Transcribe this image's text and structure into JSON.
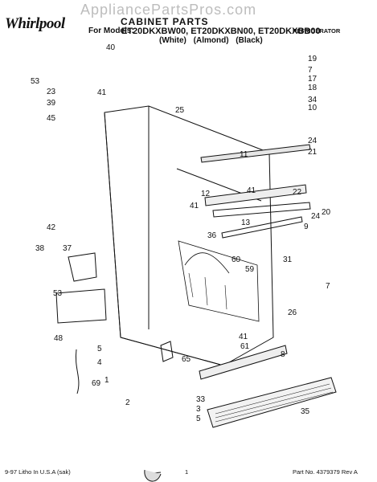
{
  "header": {
    "watermark": "AppliancePartsPros.com",
    "brand": "Whirlpool",
    "title": "CABINET PARTS",
    "for_models_label": "For Models:",
    "models": "ET20DKXBW00, ET20DKXBN00, ET20DKXBB00",
    "colors": "(White) (Almond) (Black)",
    "appliance": "REFRIGERATOR"
  },
  "callouts": [
    "40",
    "53",
    "23",
    "39",
    "41",
    "45",
    "25",
    "19",
    "7",
    "17",
    "18",
    "34",
    "10",
    "11",
    "24",
    "21",
    "12",
    "41",
    "22",
    "41",
    "13",
    "20",
    "24",
    "42",
    "36",
    "9",
    "38",
    "37",
    "60",
    "59",
    "31",
    "53",
    "7",
    "26",
    "41",
    "61",
    "48",
    "5",
    "4",
    "8",
    "65",
    "69",
    "1",
    "35",
    "2",
    "33",
    "3",
    "5"
  ],
  "footer": {
    "left": "9-97 Litho In U.S.A (sak)",
    "page": "1",
    "right": "Part No. 4379379 Rev A"
  }
}
